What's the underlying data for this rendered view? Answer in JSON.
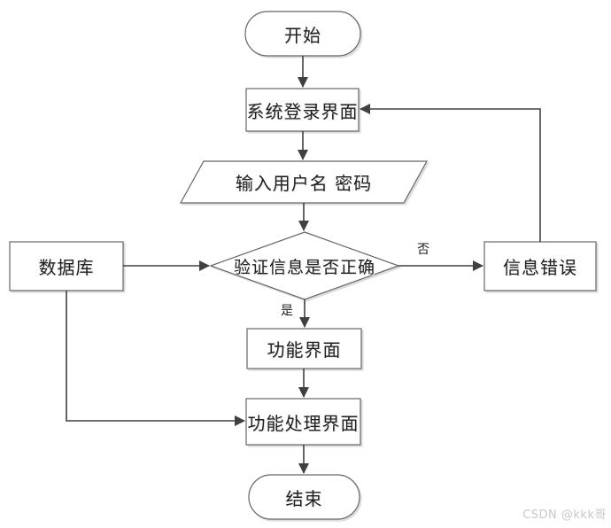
{
  "colors": {
    "background": "#ffffff",
    "shape_fill": "#ffffff",
    "shape_border": "#666666",
    "edge_stroke": "#404040",
    "text": "#1f1f1f",
    "shadow": "#dddddd",
    "watermark_text_color": "#c9c9c9"
  },
  "flowchart": {
    "nodes": {
      "start": {
        "label": "开始",
        "type": "terminator"
      },
      "login": {
        "label": "系统登录界面",
        "type": "process"
      },
      "input": {
        "label": "输入用户名 密码",
        "type": "io-parallelogram"
      },
      "verify": {
        "label": "验证信息是否正确",
        "type": "decision-diamond"
      },
      "database": {
        "label": "数据库",
        "type": "process"
      },
      "error": {
        "label": "信息错误",
        "type": "process"
      },
      "function": {
        "label": "功能界面",
        "type": "process"
      },
      "process": {
        "label": "功能处理界面",
        "type": "process"
      },
      "end": {
        "label": "结束",
        "type": "terminator"
      }
    },
    "edge_labels": {
      "yes": "是",
      "no": "否"
    }
  },
  "watermark": {
    "text": "CSDN @kkk哥"
  }
}
